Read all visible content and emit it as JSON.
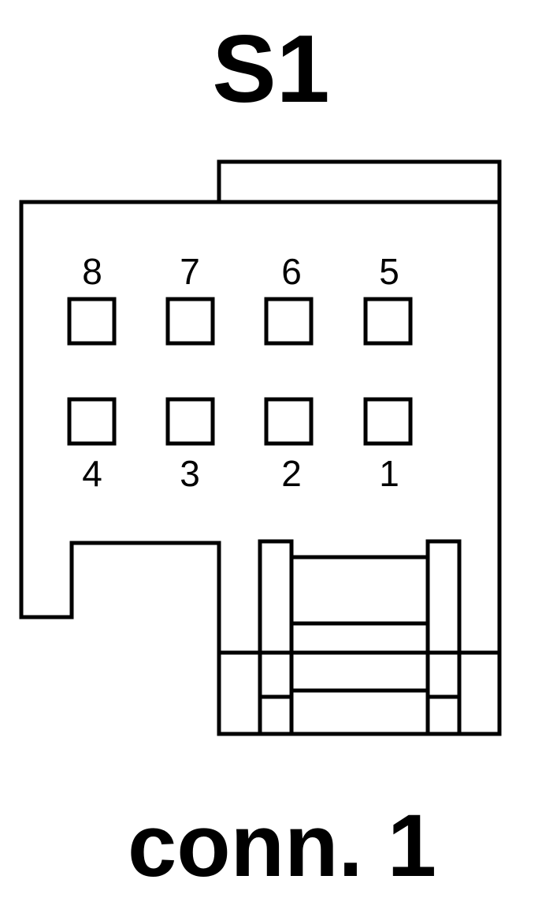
{
  "diagram": {
    "title": "S1",
    "caption": "conn. 1",
    "stroke_color": "#000000",
    "background_color": "#ffffff"
  },
  "pins": {
    "top_row": [
      "8",
      "7",
      "6",
      "5"
    ],
    "bottom_row": [
      "4",
      "3",
      "2",
      "1"
    ]
  }
}
